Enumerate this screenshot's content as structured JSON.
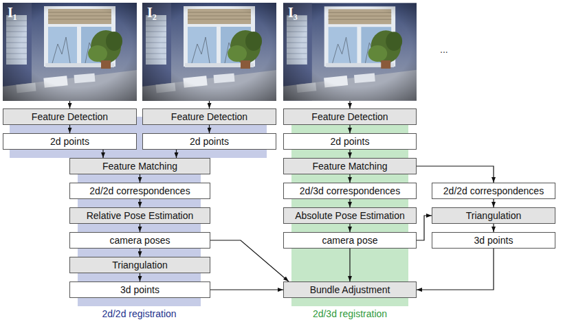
{
  "diagram": {
    "nodes": [
      {
        "text": [
          "I₁"
        ]
      },
      {
        "text": [
          "I₂"
        ]
      },
      {
        "text": [
          "I₃"
        ]
      },
      {
        "text": [
          "Feature Detection"
        ]
      },
      {
        "text": [
          "Feature Detection"
        ]
      },
      {
        "text": [
          "Feature Detection"
        ]
      },
      {
        "text": [
          "2d/2d registration"
        ]
      },
      {
        "text": [
          "2d points"
        ],
        "in": 6
      },
      {
        "text": [
          "2d points"
        ],
        "in": 6
      },
      {
        "text": [
          "Feature Matching"
        ],
        "in": 6
      },
      {
        "text": [
          "2d/2d correspondences"
        ],
        "in": 6
      },
      {
        "text": [
          "Relative Pose Estimation"
        ],
        "in": 6
      },
      {
        "text": [
          "camera poses"
        ],
        "in": 6
      },
      {
        "text": [
          "Triangulation"
        ],
        "in": 6
      },
      {
        "text": [
          "3d points"
        ],
        "in": 6
      },
      {
        "text": [
          "2d/3d registration"
        ]
      },
      {
        "text": [
          "2d points"
        ],
        "in": 15
      },
      {
        "text": [
          "Feature Matching"
        ],
        "in": 15
      },
      {
        "text": [
          "2d/3d correspondences"
        ],
        "in": 15
      },
      {
        "text": [
          "Absolute Pose Estimation"
        ],
        "in": 15
      },
      {
        "text": [
          "camera pose"
        ],
        "in": 15
      },
      {
        "text": [
          "2d/2d correspondences"
        ]
      },
      {
        "text": [
          "Triangulation"
        ]
      },
      {
        "text": [
          "3d points"
        ]
      },
      {
        "text": [
          "Bundle Adjustment"
        ]
      }
    ],
    "edges": [
      {
        "from": 0,
        "to": 3,
        "arrow": "to"
      },
      {
        "from": 1,
        "to": 4,
        "arrow": "to"
      },
      {
        "from": 2,
        "to": 5,
        "arrow": "to"
      },
      {
        "from": 3,
        "to": 7,
        "arrow": "to"
      },
      {
        "from": 4,
        "to": 8,
        "arrow": "to"
      },
      {
        "from": 5,
        "to": 16,
        "arrow": "to"
      },
      {
        "from": 7,
        "to": 9,
        "arrow": "to"
      },
      {
        "from": 8,
        "to": 9,
        "arrow": "to"
      },
      {
        "from": 9,
        "to": 10,
        "arrow": "to"
      },
      {
        "from": 10,
        "to": 11,
        "arrow": "to"
      },
      {
        "from": 11,
        "to": 12,
        "arrow": "to"
      },
      {
        "from": 12,
        "to": 13,
        "arrow": "to"
      },
      {
        "from": 13,
        "to": 14,
        "arrow": "to"
      },
      {
        "from": 16,
        "to": 17,
        "arrow": "to"
      },
      {
        "from": 17,
        "to": 18,
        "arrow": "to"
      },
      {
        "from": 18,
        "to": 19,
        "arrow": "to"
      },
      {
        "from": 19,
        "to": 20,
        "arrow": "to"
      },
      {
        "from": 17,
        "to": 21,
        "arrow": "to"
      },
      {
        "from": 21,
        "to": 22,
        "arrow": "to"
      },
      {
        "from": 20,
        "to": 22,
        "arrow": "to"
      },
      {
        "from": 22,
        "to": 23,
        "arrow": "to"
      },
      {
        "from": 12,
        "to": 24,
        "arrow": "to"
      },
      {
        "from": 14,
        "to": 24,
        "arrow": "to"
      },
      {
        "from": 20,
        "to": 24,
        "arrow": "to"
      },
      {
        "from": 23,
        "to": 24,
        "arrow": "to"
      }
    ],
    "labels": [
      "..."
    ]
  }
}
